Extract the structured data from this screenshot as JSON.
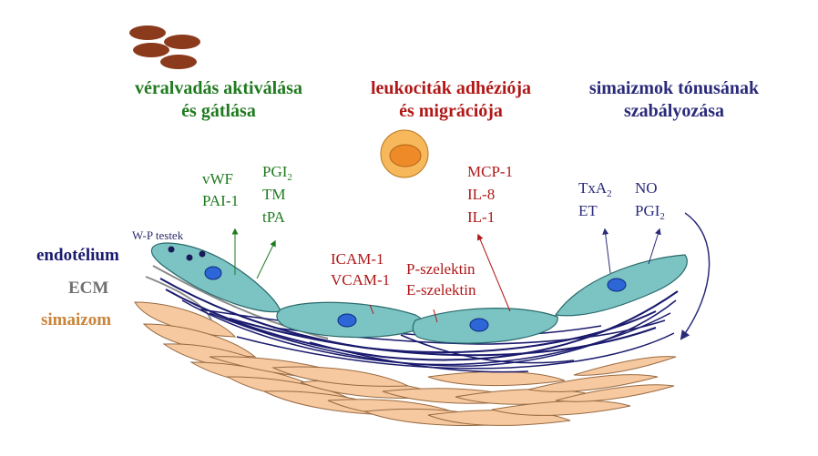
{
  "colors": {
    "green": "#1f7a1f",
    "red": "#b01818",
    "navy": "#2a2a7a",
    "darknavy": "#1a1a6e",
    "ecm_gray": "#707070",
    "smooth_muscle_text": "#c8843a",
    "cell_fill": "#7cc4c4",
    "nucleus": "#2d66d6",
    "muscle_fill": "#f6c9a0",
    "rbc": "#8b3a1c",
    "leukocyte_outer": "#f6b85a",
    "leukocyte_inner": "#ee8a28"
  },
  "headings": {
    "coag_line1": "véralvadás aktiválása",
    "coag_line2": "és gátlása",
    "leuko_line1": "leukociták adhéziója",
    "leuko_line2": "és migrációja",
    "tone_line1": "simaizmok tónusának",
    "tone_line2": "szabályozása"
  },
  "side_labels": {
    "endothelium": "endotélium",
    "ecm": "ECM",
    "smooth_muscle": "simaizom"
  },
  "annotations": {
    "wp": "W-P testek",
    "vwf": "vWF",
    "pai1": "PAI-1",
    "pgi2_base": "PGI",
    "pgi2_sub": "2",
    "tm": "TM",
    "tpa": "tPA",
    "icam1": "ICAM-1",
    "vcam1": "VCAM-1",
    "psel": "P-szelektin",
    "esel": "E-szelektin",
    "mcp1": "MCP-1",
    "il8": "IL-8",
    "il1": "IL-1",
    "txa2_base": "TxA",
    "txa2_sub": "2",
    "et": "ET",
    "no": "NO",
    "pgi2b_base": "PGI",
    "pgi2b_sub": "2"
  }
}
